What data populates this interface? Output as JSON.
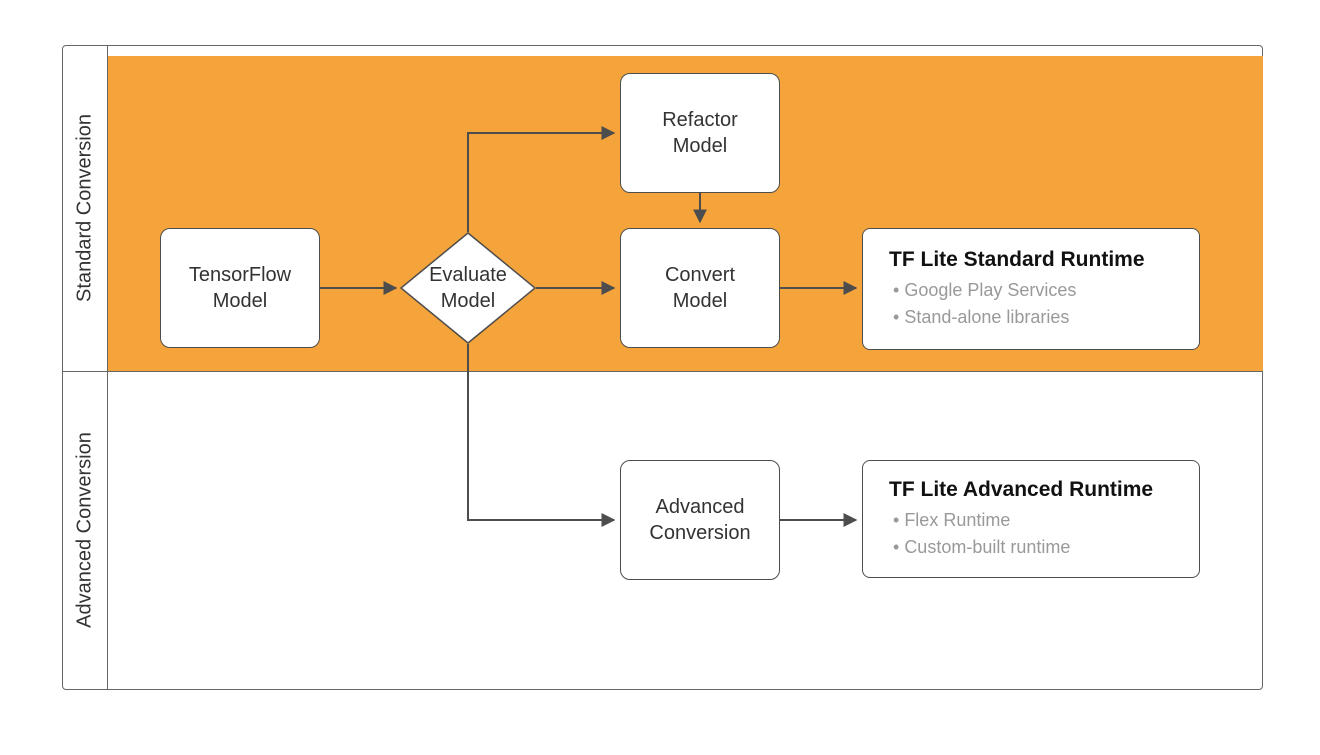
{
  "lanes": [
    {
      "label": "Standard Conversion"
    },
    {
      "label": "Advanced Conversion"
    }
  ],
  "nodes": {
    "tensorflow_model": {
      "label": "TensorFlow\nModel"
    },
    "evaluate_model": {
      "label": "Evaluate\nModel"
    },
    "refactor_model": {
      "label": "Refactor\nModel"
    },
    "convert_model": {
      "label": "Convert\nModel"
    },
    "advanced_conversion": {
      "label": "Advanced\nConversion"
    },
    "standard_runtime": {
      "title": "TF Lite Standard Runtime",
      "bullets": [
        "Google Play Services",
        "Stand-alone libraries"
      ]
    },
    "advanced_runtime": {
      "title": "TF Lite Advanced Runtime",
      "bullets": [
        "Flex Runtime",
        "Custom-built runtime"
      ]
    }
  },
  "colors": {
    "standard_lane_fill": "#F5A43B",
    "node_border": "#4D4D4D",
    "arrow": "#4D4D4D",
    "bullet_text": "#999999"
  }
}
